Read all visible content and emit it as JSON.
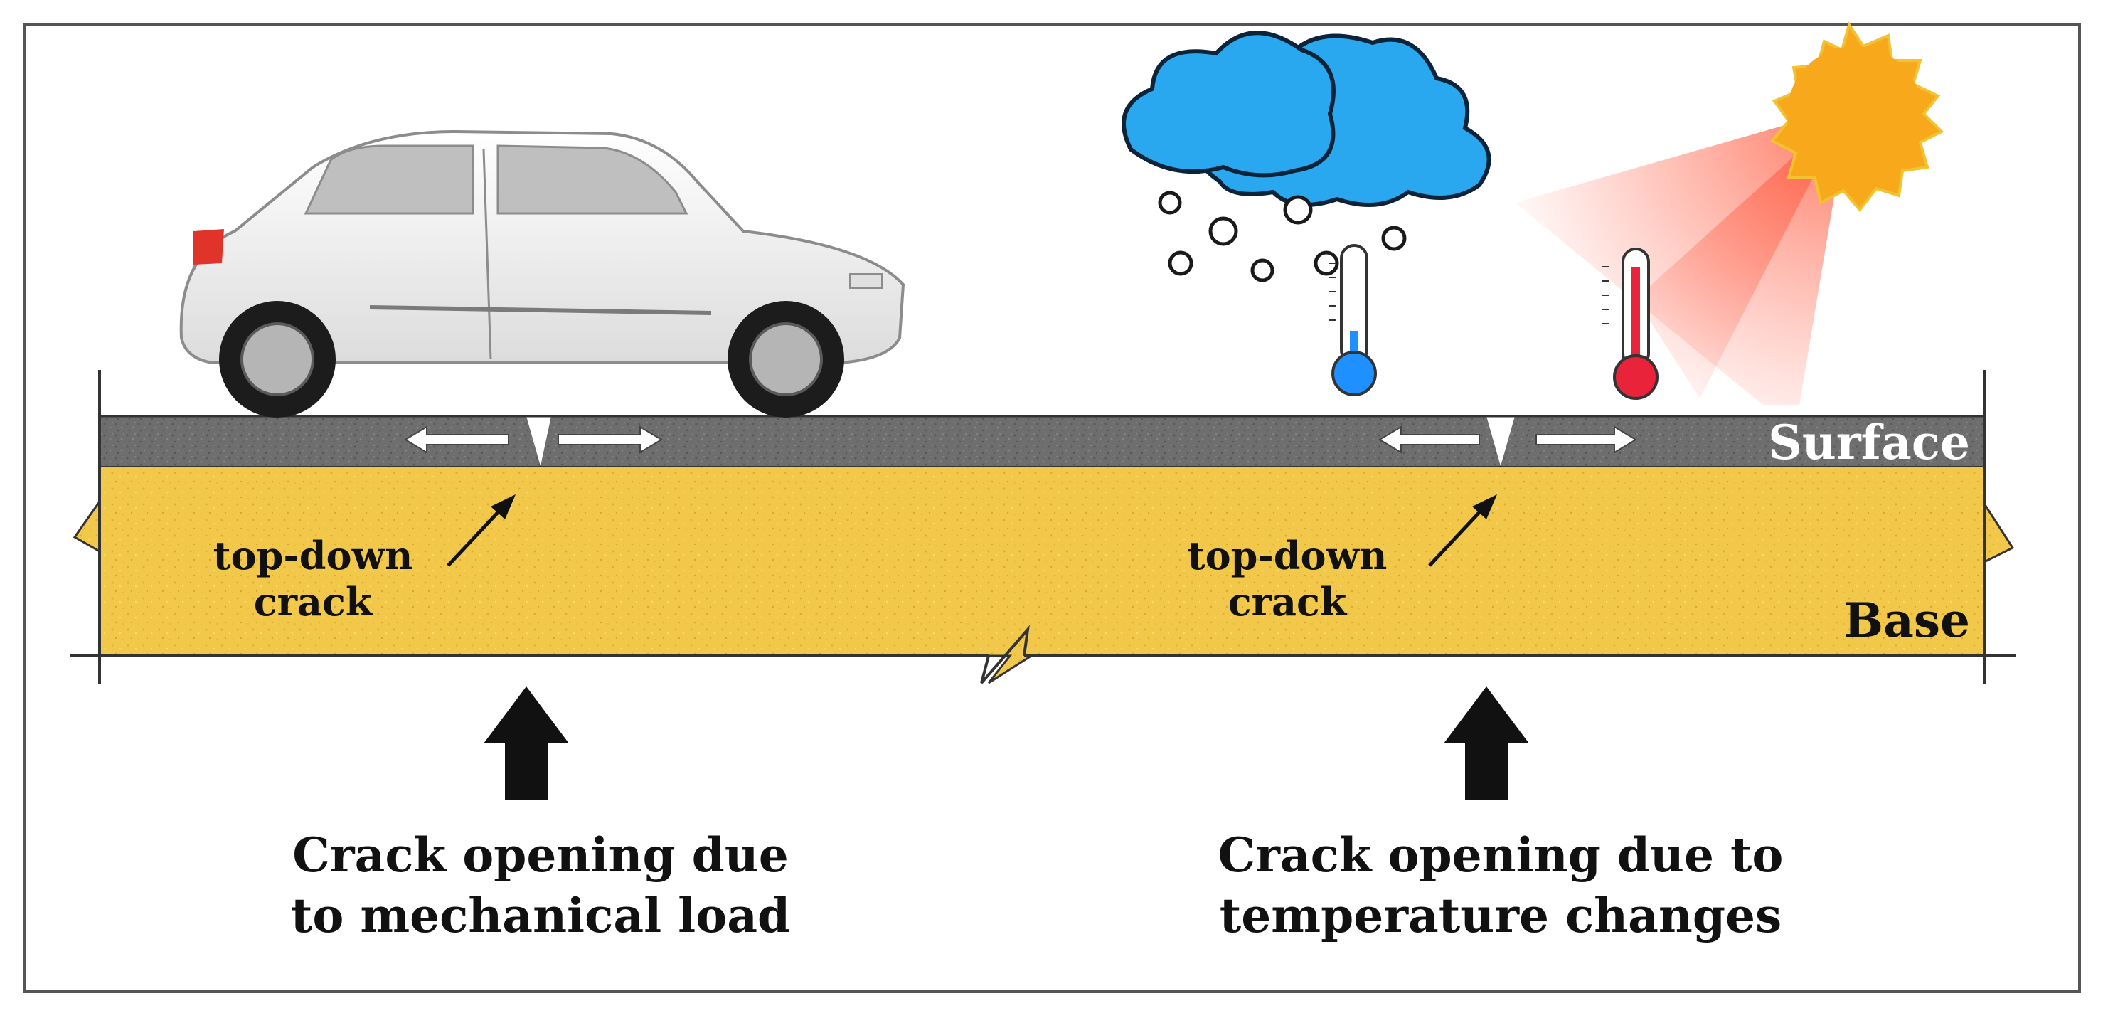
{
  "figure": {
    "layers": {
      "surface_label": "Surface",
      "base_label": "Base"
    },
    "left_crack": {
      "label_line1": "top-down",
      "label_line2": "crack"
    },
    "right_crack": {
      "label_line1": "top-down",
      "label_line2": "crack"
    },
    "captions": {
      "mechanical_line1": "Crack opening due",
      "mechanical_line2": "to mechanical load",
      "thermal_line1": "Crack opening due to",
      "thermal_line2": "temperature changes"
    },
    "colors": {
      "surface": "#6b6b6b",
      "base": "#f2c84b",
      "cloud": "#29a8f0",
      "sun": "#f7a81b",
      "thermo_cold": "#1e90ff",
      "thermo_hot": "#e8233a"
    }
  }
}
